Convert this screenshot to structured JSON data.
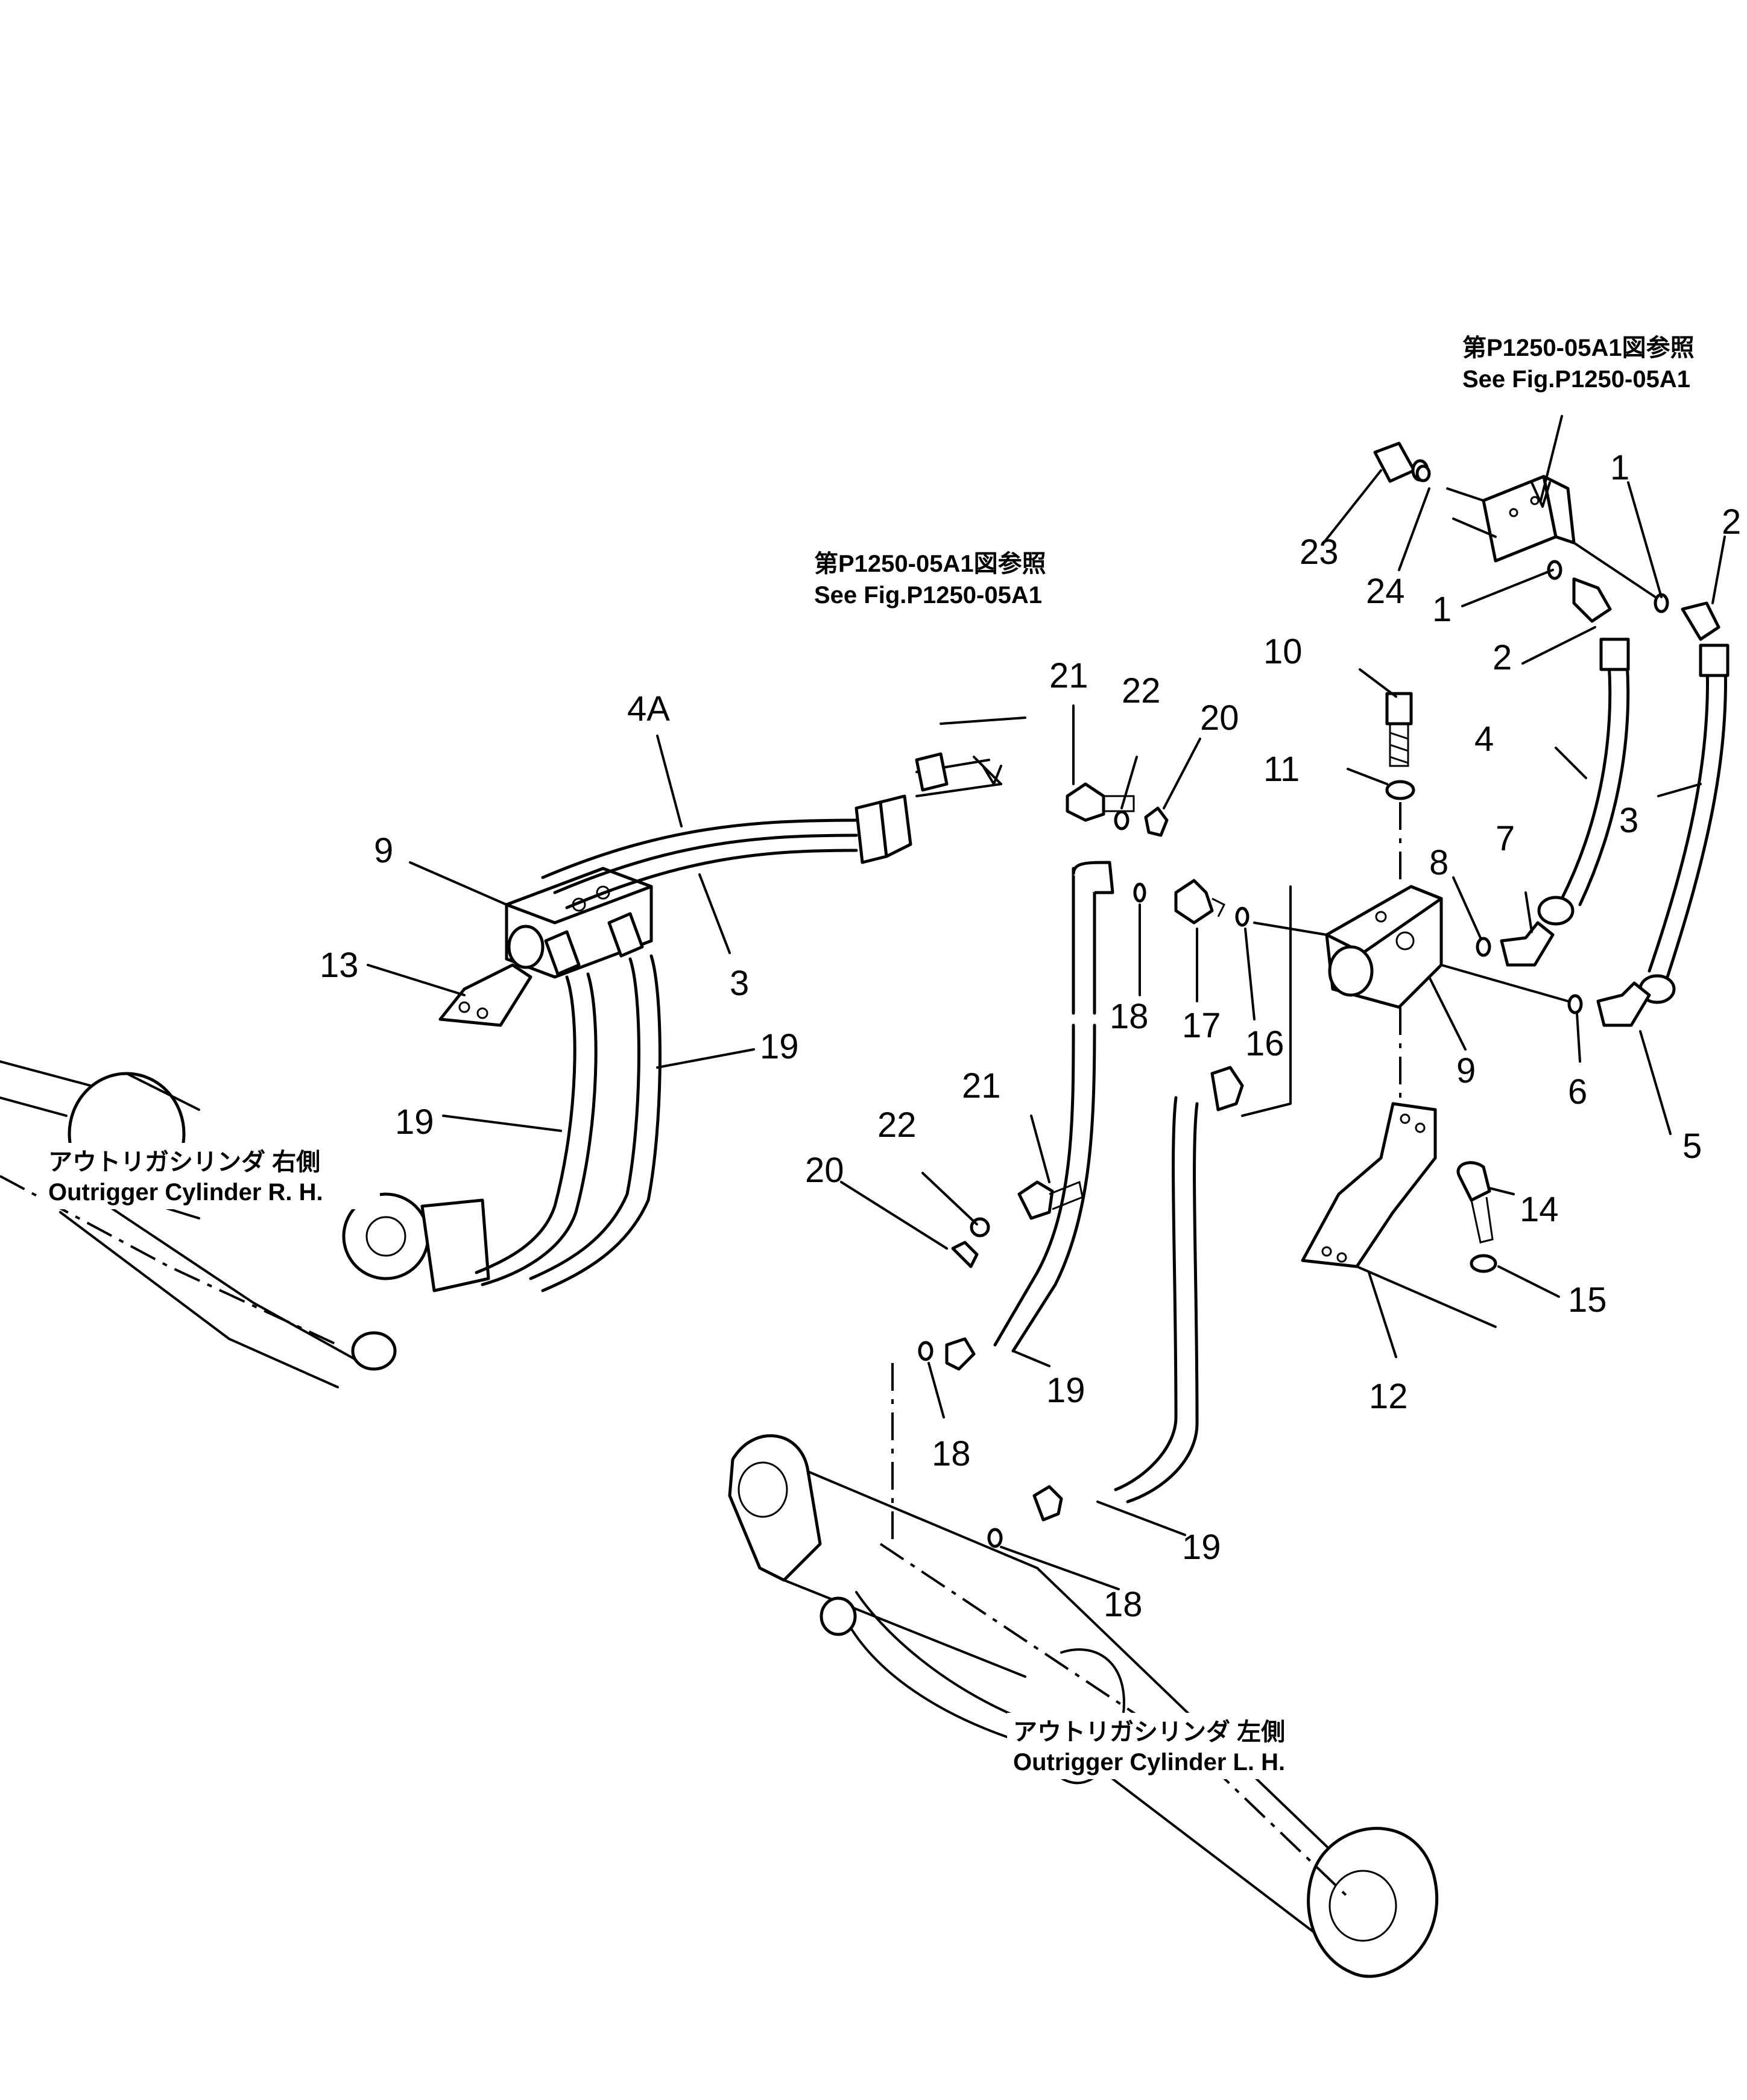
{
  "refs": {
    "upper_right": {
      "jp": "第P1250-05A1図参照",
      "en": "See Fig.P1250-05A1"
    },
    "upper_left": {
      "jp": "第P1250-05A1図参照",
      "en": "See Fig.P1250-05A1"
    }
  },
  "cylinders": {
    "rh": {
      "jp": "アウトリガシリンダ 右側",
      "en": "Outrigger Cylinder R. H."
    },
    "lh": {
      "jp": "アウトリガシリンダ 左側",
      "en": "Outrigger Cylinder L. H."
    }
  },
  "callouts": {
    "c1a": "1",
    "c1b": "1",
    "c2a": "2",
    "c2b": "2",
    "c23": "23",
    "c24": "24",
    "c10": "10",
    "c4": "4",
    "c3r": "3",
    "c11": "11",
    "c8": "8",
    "c7": "7",
    "c21a": "21",
    "c22a": "22",
    "c20a": "20",
    "c18a": "18",
    "c17": "17",
    "c16": "16",
    "c9r": "9",
    "c6": "6",
    "c5": "5",
    "c4A": "4A",
    "c9l": "9",
    "c13": "13",
    "c3l": "3",
    "c19a": "19",
    "c19b": "19",
    "c21b": "21",
    "c22b": "22",
    "c20b": "20",
    "c19c": "19",
    "c18b": "18",
    "c14": "14",
    "c15": "15",
    "c12": "12",
    "c19d": "19",
    "c18c": "18"
  }
}
